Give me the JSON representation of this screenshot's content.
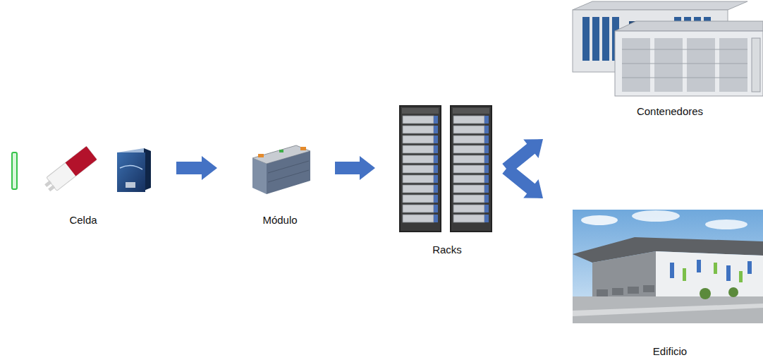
{
  "diagram": {
    "nodes": [
      {
        "text": [
          "Celda"
        ]
      },
      {
        "text": [
          "Módulo"
        ]
      },
      {
        "text": [
          "Racks"
        ]
      },
      {
        "text": [
          "Contenedores"
        ]
      },
      {
        "text": [
          "Edificio"
        ]
      }
    ],
    "edges": [
      {
        "from": 0,
        "to": 1,
        "arrow": "to"
      },
      {
        "from": 1,
        "to": 2,
        "arrow": "to"
      },
      {
        "from": 2,
        "to": 3,
        "arrow": "to"
      },
      {
        "from": 2,
        "to": 4,
        "arrow": "to"
      }
    ]
  }
}
